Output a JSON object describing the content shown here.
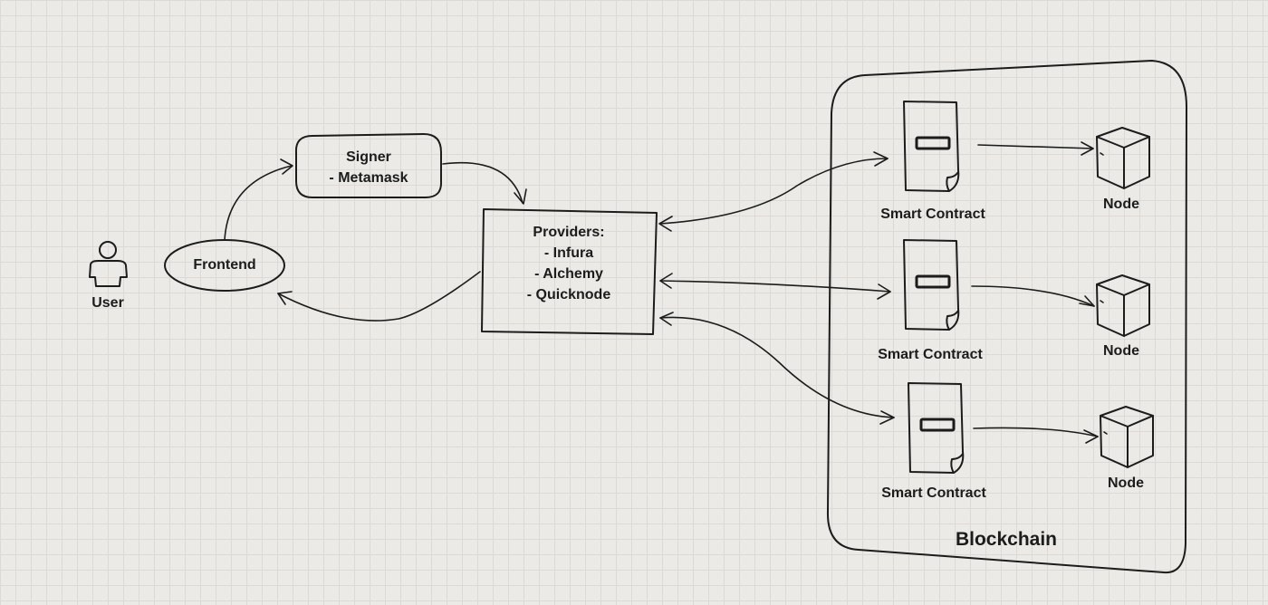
{
  "user": {
    "label": "User",
    "icon": "user-icon"
  },
  "frontend": {
    "label": "Frontend"
  },
  "signer": {
    "title": "Signer",
    "line": "- Metamask"
  },
  "providers": {
    "title": "Providers:",
    "items": [
      "- Infura",
      "- Alchemy",
      "- Quicknode"
    ]
  },
  "blockchain": {
    "label": "Blockchain",
    "contracts": [
      {
        "label": "Smart Contract",
        "icon": "smart-contract-icon"
      },
      {
        "label": "Smart Contract",
        "icon": "smart-contract-icon"
      },
      {
        "label": "Smart Contract",
        "icon": "smart-contract-icon"
      }
    ],
    "nodes": [
      {
        "label": "Node",
        "icon": "node-cube-icon"
      },
      {
        "label": "Node",
        "icon": "node-cube-icon"
      },
      {
        "label": "Node",
        "icon": "node-cube-icon"
      }
    ]
  }
}
